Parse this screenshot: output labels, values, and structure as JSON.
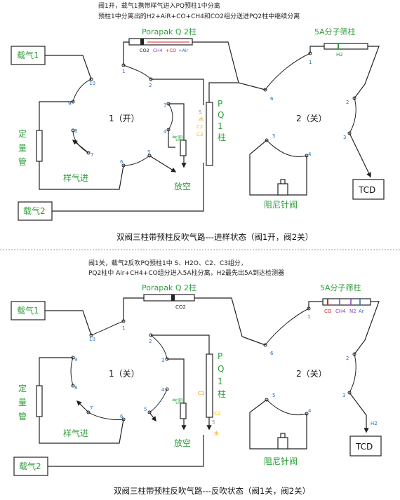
{
  "top": {
    "note1": "阀1开，载气1携带样气进入PQ预柱1中分离",
    "note2": "预柱1中分离出的H2+AiR+CO+CH4和CO2组分送进PQ2柱中继续分离",
    "carrier1": "载气1",
    "carrier2": "载气2",
    "loop": [
      "定",
      "量",
      "管"
    ],
    "sample_in": "样气进",
    "vent": "放空",
    "valve1": "1（开）",
    "valve2": "2（关）",
    "pq2_title": "Porapak Q 2柱",
    "pq2_seg_co2": "CO2",
    "pq2_seg_ch4": "CH4",
    "pq2_seg_co": "+CO",
    "pq2_seg_air": "+Air",
    "pq1": [
      "P",
      "Q",
      "1",
      "柱"
    ],
    "pq1_comp": [
      "S",
      "水",
      "C2",
      "C3"
    ],
    "ms_title": "5A分子筛柱",
    "ms_h2": "H2",
    "restrictor": "气阻",
    "needle": "阻尼针阀",
    "tcd": "TCD",
    "v1_ports": [
      "1",
      "2",
      "3",
      "4",
      "5",
      "6",
      "7",
      "8",
      "9",
      "10"
    ],
    "v2_ports": [
      "1",
      "2",
      "3",
      "4",
      "5",
      "6"
    ],
    "caption": "双阀三柱带预柱反吹气路---进样状态（阀1开，阀2关）"
  },
  "bottom": {
    "note1": "阀1关，载气2反吹PQ预柱1中 S、H2O、C2、C3组分，",
    "note2": "PQ2柱中 Air+CH4+CO组分进入5A柱分离，H2最先出5A到达检测器",
    "carrier1": "载气1",
    "carrier2": "载气2",
    "loop": [
      "定",
      "量",
      "管"
    ],
    "sample_in": "样气进",
    "vent": "放空",
    "valve1": "1（关）",
    "valve2": "2（关）",
    "pq2_title": "Porapak Q 2柱",
    "pq2_co2": "CO2",
    "pq1": [
      "P",
      "Q",
      "1",
      "柱"
    ],
    "pq1_comp": [
      "C3",
      "C2",
      "S",
      "水"
    ],
    "ms_title": "5A分子筛柱",
    "ms_co": "CO",
    "ms_ch4": "CH4",
    "ms_n2": "N2",
    "ms_ar": "Ar",
    "h2_out": "H2",
    "restrictor": "气阻",
    "needle": "阻尼针阀",
    "tcd": "TCD",
    "v1_ports": [
      "1",
      "2",
      "3",
      "4",
      "5",
      "6",
      "7",
      "8",
      "9",
      "10"
    ],
    "v2_ports": [
      "1",
      "2",
      "3",
      "4",
      "5",
      "6"
    ],
    "caption": "双阀三柱带预柱反吹气路---反吹状态（阀1关，阀2关）"
  },
  "colors": {
    "green": "#2e9e3a",
    "blue": "#1f6fbf",
    "red": "#d22",
    "purple": "#8a3fb6",
    "orange": "#f0a020",
    "yellow": "#f2c200"
  }
}
